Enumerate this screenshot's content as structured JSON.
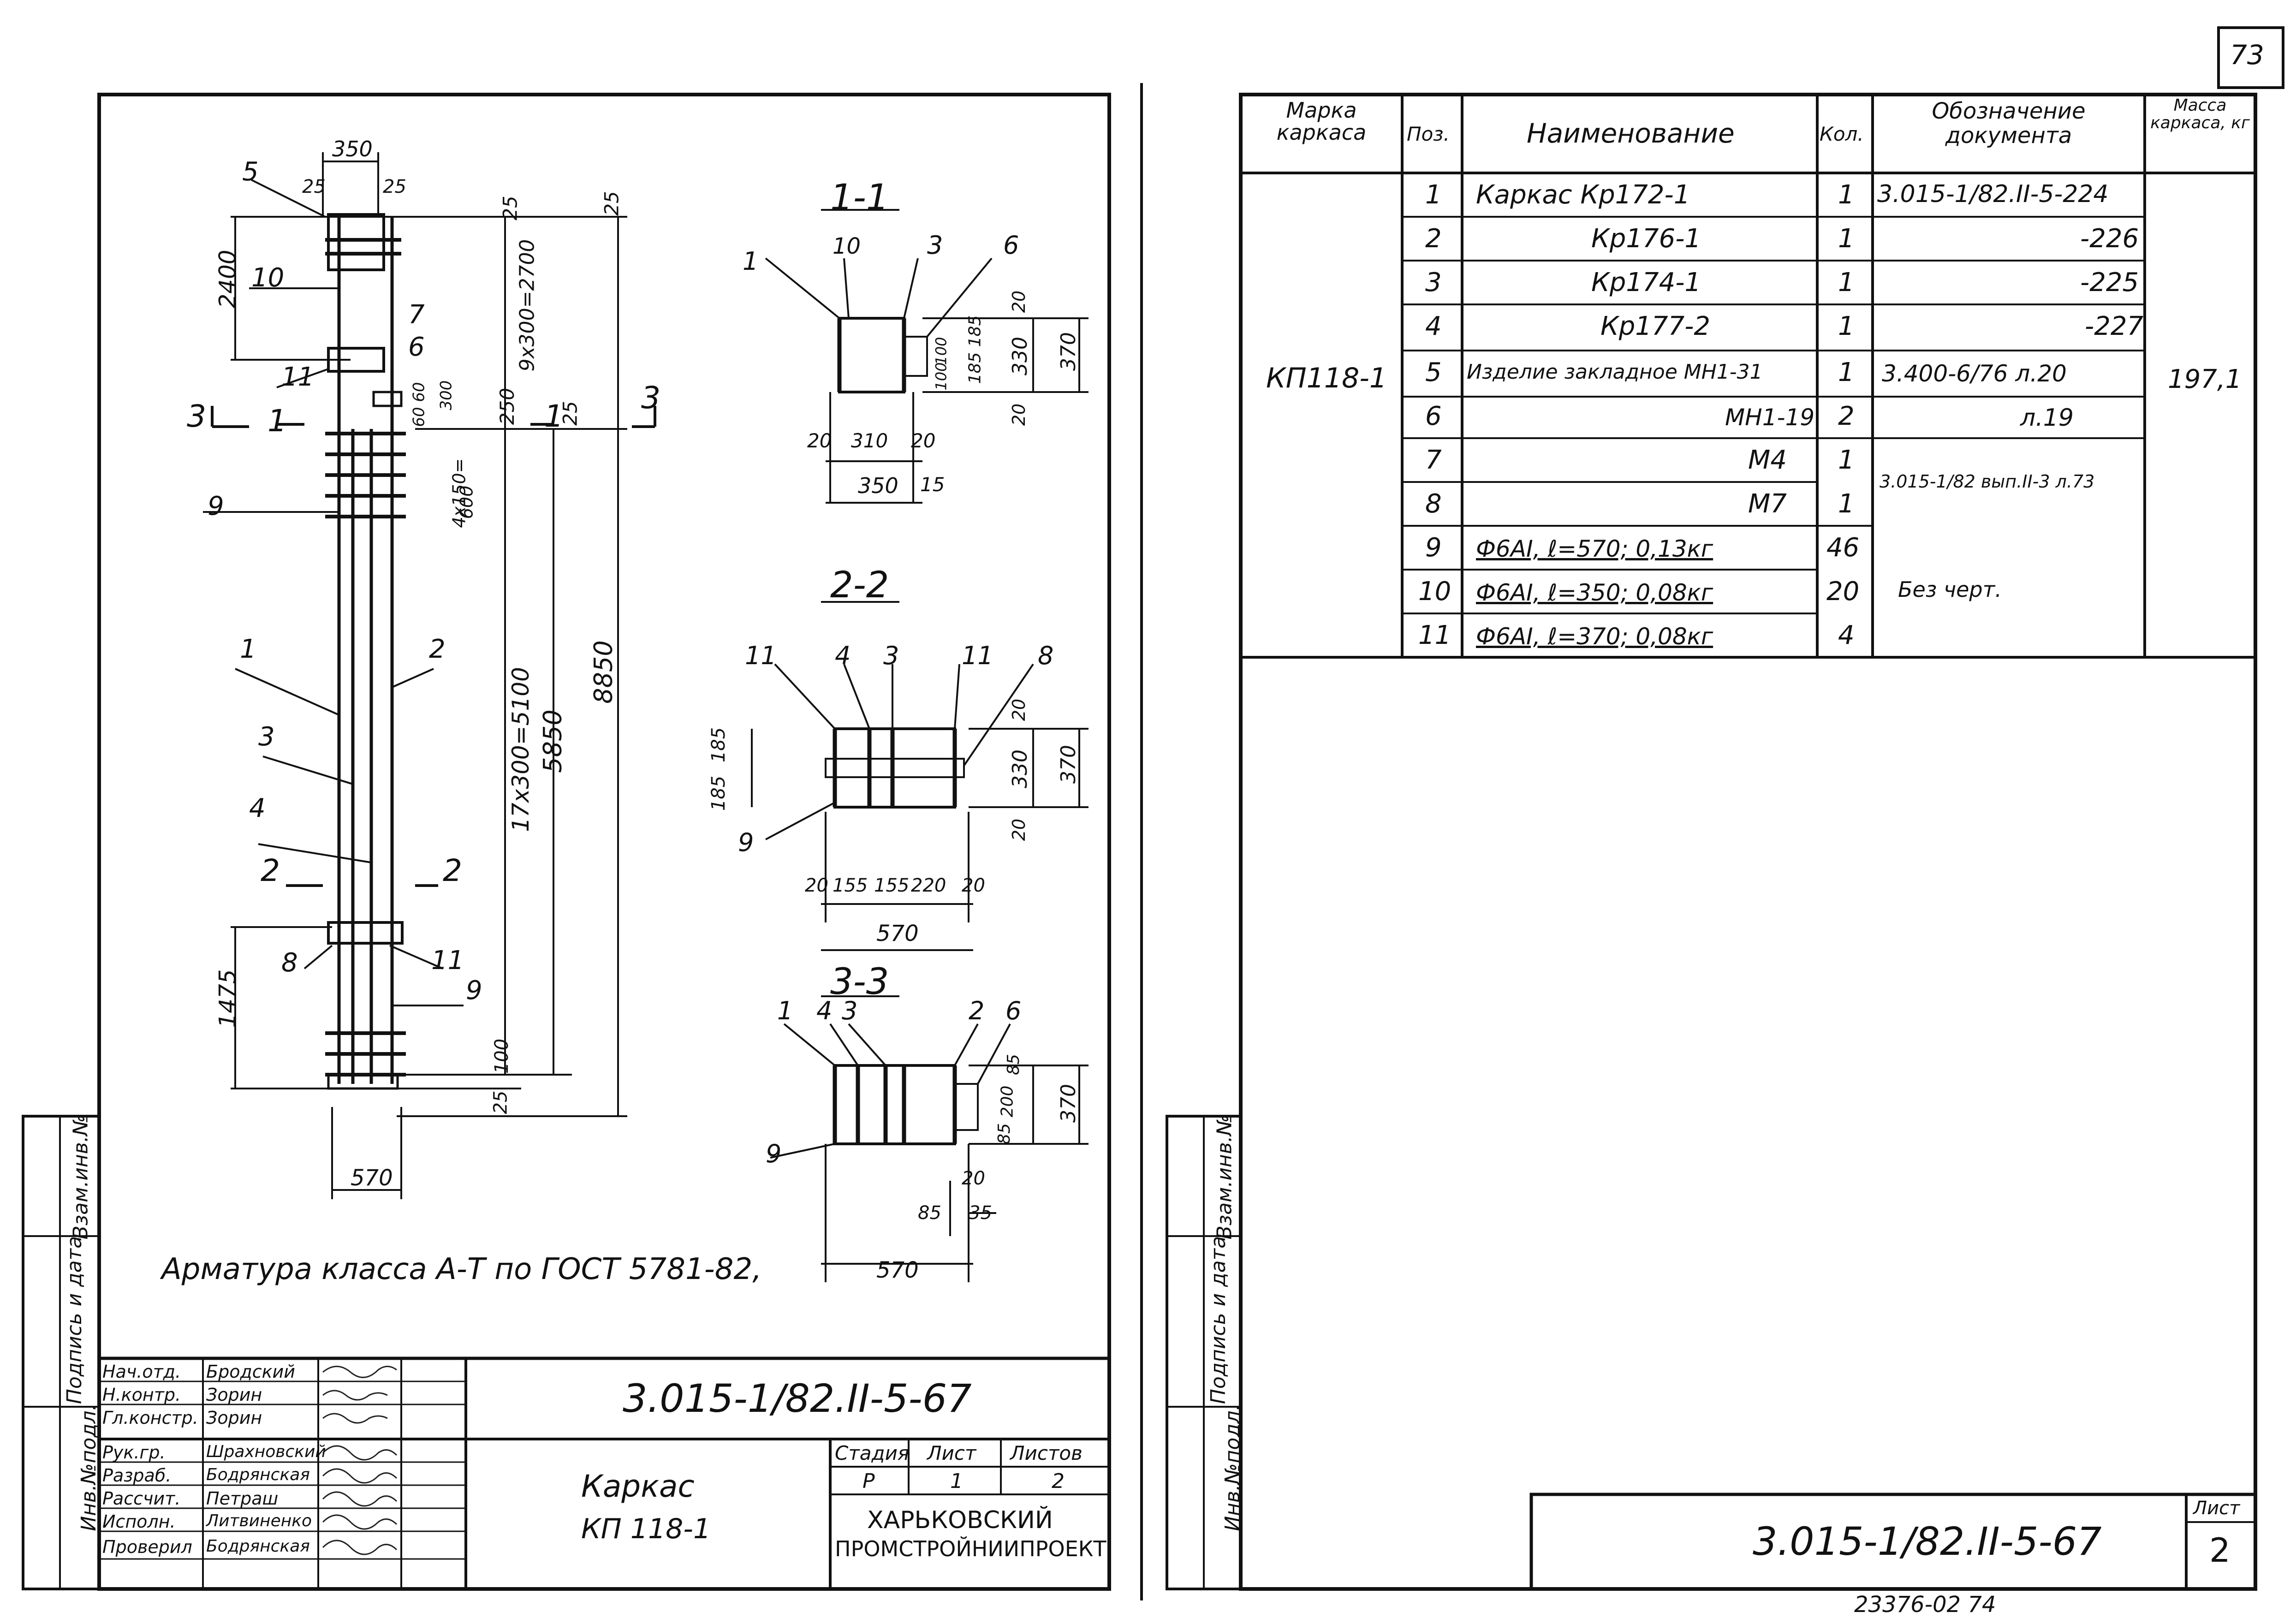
{
  "page_number": "73",
  "left_sheet": {
    "callouts": {
      "elevation": {
        "c5": "5",
        "c10": "10",
        "c7": "7",
        "c11a": "11",
        "c6": "6",
        "c9a": "9",
        "c1": "1",
        "c2": "2",
        "c3": "3",
        "c4": "4",
        "c8": "8",
        "c11b": "11",
        "c9b": "9"
      },
      "s11": {
        "c1": "1",
        "c10": "10",
        "c3": "3",
        "c6": "6"
      },
      "s22": {
        "c11a": "11",
        "c4": "4",
        "c3": "3",
        "c11b": "11",
        "c8": "8",
        "c9": "9"
      },
      "s33": {
        "c1": "1",
        "c4": "4",
        "c3": "3",
        "c2": "2",
        "c6": "6",
        "c9": "9"
      }
    },
    "section_marks": {
      "m3l": "3",
      "m1l": "1",
      "m1r": "1",
      "m3r": "3",
      "m2l": "2",
      "m2r": "2"
    },
    "dims": {
      "d350": "350",
      "d25a": "25",
      "d25b": "25",
      "d2400": "2400",
      "d25top": "25",
      "d9x300": "9x300=2700",
      "d25c": "25",
      "d250": "250",
      "d25d": "25",
      "d6060": "60 60",
      "d300": "300",
      "d4x150": "4x150=",
      "d600": "600",
      "d17x300": "17x300=5100",
      "d5850": "5850",
      "d8850": "8850",
      "d1475": "1475",
      "d100": "100",
      "d25e": "25",
      "d570": "570"
    },
    "dims_s11": {
      "d20a": "20",
      "d310": "310",
      "d20b": "20",
      "d350": "350",
      "d15": "15",
      "d20c": "20",
      "d20d": "20",
      "d100a": "100",
      "d100b": "100",
      "d185a": "185",
      "d185b": "185",
      "d330": "330",
      "d370": "370"
    },
    "dims_s22": {
      "d185a": "185",
      "d185b": "185",
      "d20a": "20",
      "d20b": "20",
      "d330": "330",
      "d370": "370",
      "d20c": "20",
      "d155a": "155",
      "d155b": "155",
      "d220": "220",
      "d20d": "20",
      "d570": "570"
    },
    "dims_s33": {
      "d85a": "85",
      "d200": "200",
      "d85b": "85",
      "d370": "370",
      "d20": "20",
      "d85c": "85",
      "d35": "35",
      "d570": "570"
    },
    "section_titles": {
      "s11": "1-1",
      "s22": "2-2",
      "s33": "3-3"
    },
    "note": "Арматура класса А-Т по ГОСТ 5781-82,",
    "side_stamp": [
      "Инв.№подл.",
      "Подпись и дата",
      "Взам.инв.№"
    ],
    "title_block": {
      "roles": [
        {
          "role": "Нач.отд.",
          "name": "Бродский"
        },
        {
          "role": "Н.контр.",
          "name": "Зорин"
        },
        {
          "role": "Гл.констр.",
          "name": "Зорин"
        },
        {
          "role": "Рук.гр.",
          "name": "Шрахновский"
        },
        {
          "role": "Разраб.",
          "name": "Бодрянская"
        },
        {
          "role": "Рассчит.",
          "name": "Петраш"
        },
        {
          "role": "Исполн.",
          "name": "Литвиненко"
        },
        {
          "role": "Проверил",
          "name": "Бодрянская"
        }
      ],
      "doc_code": "3.015-1/82.II-5-67",
      "title_l1": "Каркас",
      "title_l2": "КП 118-1",
      "stage_h": "Стадия",
      "sheet_h": "Лист",
      "sheets_h": "Листов",
      "stage": "Р",
      "sheet": "1",
      "sheets": "2",
      "org_l1": "ХАРЬКОВСКИЙ",
      "org_l2": "ПРОМСТРОЙНИИПРОЕКТ"
    }
  },
  "right_sheet": {
    "headers": {
      "mark": "Марка каркаса",
      "pos": "Поз.",
      "name": "Наименование",
      "qty": "Кол.",
      "doc": "Обозначение документа",
      "mass": "Масса каркаса, кг"
    },
    "mark_value": "КП118-1",
    "mass_value": "197,1",
    "rows": [
      {
        "pos": "1",
        "name": "Каркас Кр172-1",
        "qty": "1",
        "doc": "3.015-1/82.II-5-224"
      },
      {
        "pos": "2",
        "name": "Кр176-1",
        "qty": "1",
        "doc": "-226"
      },
      {
        "pos": "3",
        "name": "Кр174-1",
        "qty": "1",
        "doc": "-225"
      },
      {
        "pos": "4",
        "name": "Кр177-2",
        "qty": "1",
        "doc": "-227"
      },
      {
        "pos": "5",
        "name": "Изделие закладное МН1-31",
        "qty": "1",
        "doc": "3.400-6/76 л.20"
      },
      {
        "pos": "6",
        "name": "МН1-19",
        "qty": "2",
        "doc": "л.19"
      },
      {
        "pos": "7",
        "name": "М4",
        "qty": "1",
        "doc": ""
      },
      {
        "pos": "8",
        "name": "М7",
        "qty": "1",
        "doc": ""
      },
      {
        "pos": "9",
        "name": "Ф6АI, ℓ=570; 0,13кг",
        "qty": "46",
        "doc": ""
      },
      {
        "pos": "10",
        "name": "Ф6АI, ℓ=350; 0,08кг",
        "qty": "20",
        "doc": ""
      },
      {
        "pos": "11",
        "name": "Ф6АI, ℓ=370; 0,08кг",
        "qty": "4",
        "doc": ""
      }
    ],
    "doc_7_8": "3.015-1/82 вып.II-3 л.73",
    "doc_9_11": "Без черт.",
    "side_stamp": [
      "Инв.№подл.",
      "Подпись и дата",
      "Взам.инв.№"
    ],
    "doc_code": "3.015-1/82.II-5-67",
    "sheet_label": "Лист",
    "sheet_no": "2",
    "footer": "23376-02 74"
  }
}
